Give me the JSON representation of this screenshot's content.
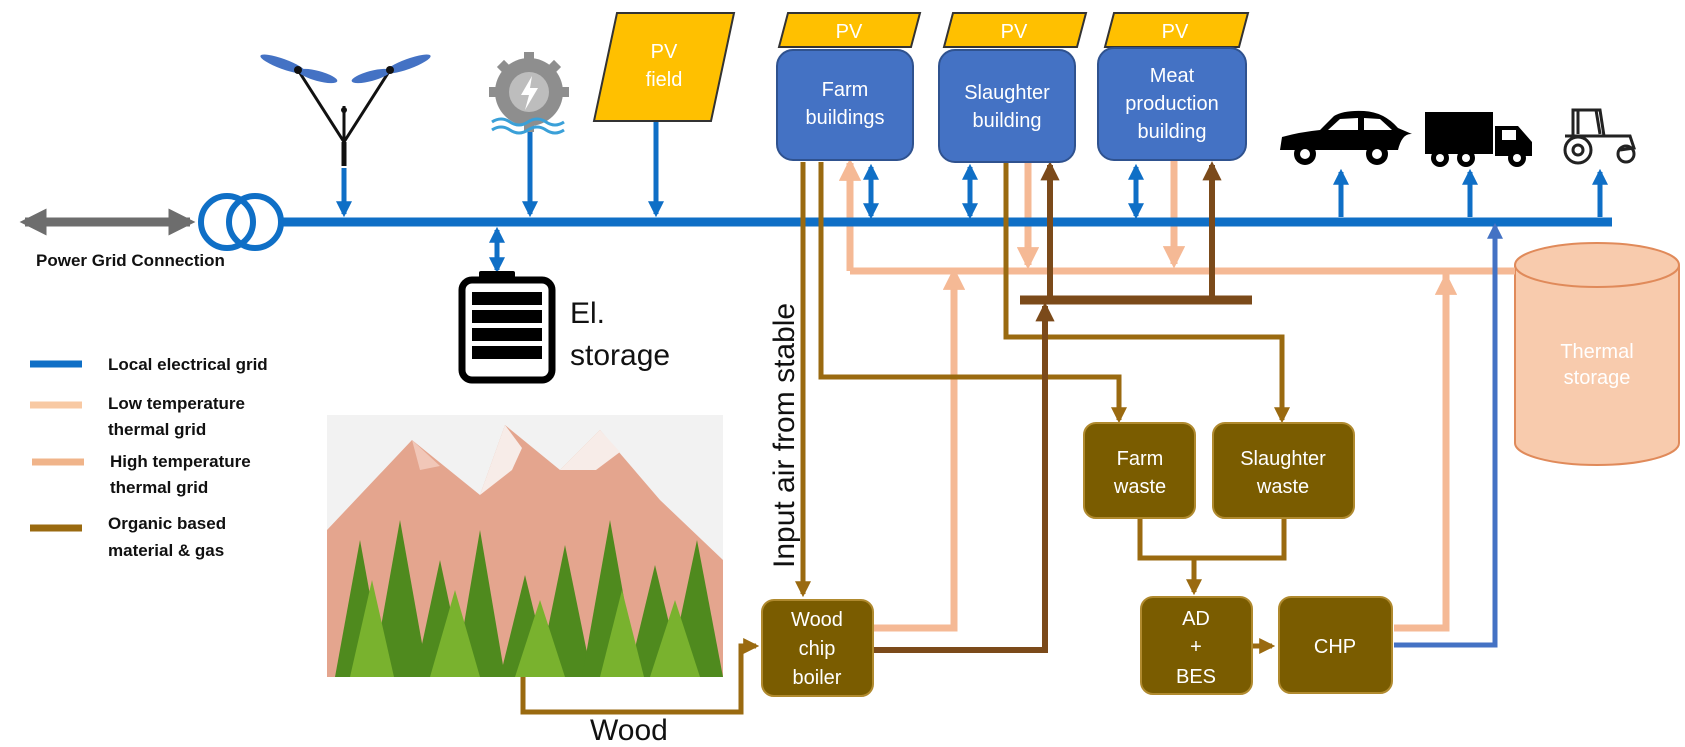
{
  "colors": {
    "electrical": "#0f6fc6",
    "low_temp": "#f8c9a3",
    "high_temp": "#f0b48a",
    "organic": "#9a6a10",
    "dark_organic": "#7b4a1a",
    "pv_yellow": "#ffc000",
    "building_blue": "#4472c4",
    "organic_box": "#7a5c00",
    "storage_peach": "#f8cbad",
    "chp_line": "#4472c4",
    "grid_arrow": "#6d6d6d"
  },
  "grid_connection": {
    "label": "Power Grid Connection"
  },
  "storage": {
    "el_line1": "El.",
    "el_line2": "storage",
    "thermal_line1": "Thermal",
    "thermal_line2": "storage"
  },
  "pv": {
    "field_line1": "PV",
    "field_line2": "field",
    "roof_label": "PV"
  },
  "buildings": {
    "farm": [
      "Farm",
      "buildings"
    ],
    "slaughter": [
      "Slaughter",
      "building"
    ],
    "meat": [
      "Meat",
      "production",
      "building"
    ]
  },
  "organic_boxes": {
    "farm_waste": [
      "Farm",
      "waste"
    ],
    "slaughter_waste": [
      "Slaughter",
      "waste"
    ],
    "ad_bes": [
      "AD",
      "+",
      "BES"
    ],
    "chp": [
      "CHP"
    ],
    "boiler": [
      "Wood",
      "chip",
      "boiler"
    ]
  },
  "annotations": {
    "input_air": "Input air from stable",
    "wood": "Wood"
  },
  "legend": [
    {
      "label_lines": [
        "Local electrical grid"
      ],
      "color_key": "electrical"
    },
    {
      "label_lines": [
        "Low temperature",
        "thermal grid"
      ],
      "color_key": "low_temp"
    },
    {
      "label_lines": [
        "High temperature",
        "thermal grid"
      ],
      "color_key": "high_temp"
    },
    {
      "label_lines": [
        "Organic based",
        "material & gas"
      ],
      "color_key": "organic"
    }
  ],
  "icons": [
    "wind-turbine-icon",
    "hydro-turbine-icon",
    "battery-icon",
    "car-icon",
    "truck-icon",
    "tractor-icon",
    "mountain-forest-image"
  ]
}
